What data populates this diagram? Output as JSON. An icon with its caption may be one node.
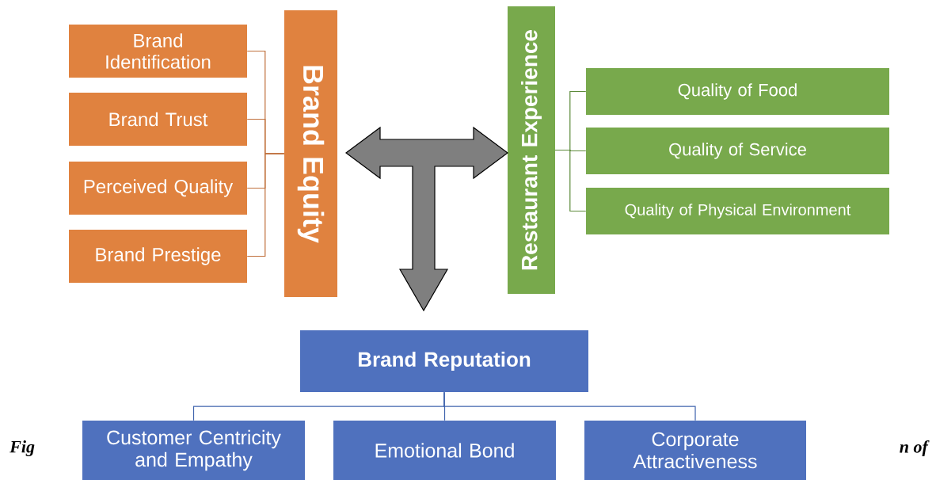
{
  "diagram": {
    "nodes": [
      {
        "text": [
          "Brand Identification"
        ]
      },
      {
        "text": [
          "Brand Trust"
        ]
      },
      {
        "text": [
          "Perceived Quality"
        ]
      },
      {
        "text": [
          "Brand Prestige"
        ]
      },
      {
        "text": [
          "Brand Equity"
        ]
      },
      {
        "text": [
          "Restaurant Experience"
        ]
      },
      {
        "text": [
          "Quality of Food"
        ]
      },
      {
        "text": [
          "Quality of Service"
        ]
      },
      {
        "text": [
          "Quality of Physical Environment"
        ]
      },
      {
        "text": [
          "Brand Reputation"
        ]
      },
      {
        "text": [
          "Customer Centricity and Empathy"
        ]
      },
      {
        "text": [
          "Emotional Bond"
        ]
      },
      {
        "text": [
          "Corporate Attractiveness"
        ]
      }
    ],
    "edges": [
      {
        "from": 0,
        "to": 4,
        "arrow": "none",
        "color": "#c0703c"
      },
      {
        "from": 1,
        "to": 4,
        "arrow": "none",
        "color": "#c0703c"
      },
      {
        "from": 2,
        "to": 4,
        "arrow": "none",
        "color": "#c0703c"
      },
      {
        "from": 3,
        "to": 4,
        "arrow": "none",
        "color": "#c0703c"
      },
      {
        "from": 5,
        "to": 6,
        "arrow": "none",
        "color": "#5c8a3a"
      },
      {
        "from": 5,
        "to": 7,
        "arrow": "none",
        "color": "#5c8a3a"
      },
      {
        "from": 5,
        "to": 8,
        "arrow": "none",
        "color": "#5c8a3a"
      },
      {
        "from": 9,
        "to": 10,
        "arrow": "none",
        "color": "#3f63ad"
      },
      {
        "from": 9,
        "to": 11,
        "arrow": "none",
        "color": "#3f63ad"
      },
      {
        "from": 9,
        "to": 12,
        "arrow": "none",
        "color": "#3f63ad"
      },
      {
        "from": 4,
        "to": 5,
        "arrow": "both",
        "style": "thick",
        "color": "#7f7f7f"
      },
      {
        "from": 4,
        "to": 9,
        "arrow": "to",
        "style": "thick",
        "color": "#7f7f7f"
      }
    ],
    "labels": [
      "Fig",
      "n of"
    ]
  }
}
